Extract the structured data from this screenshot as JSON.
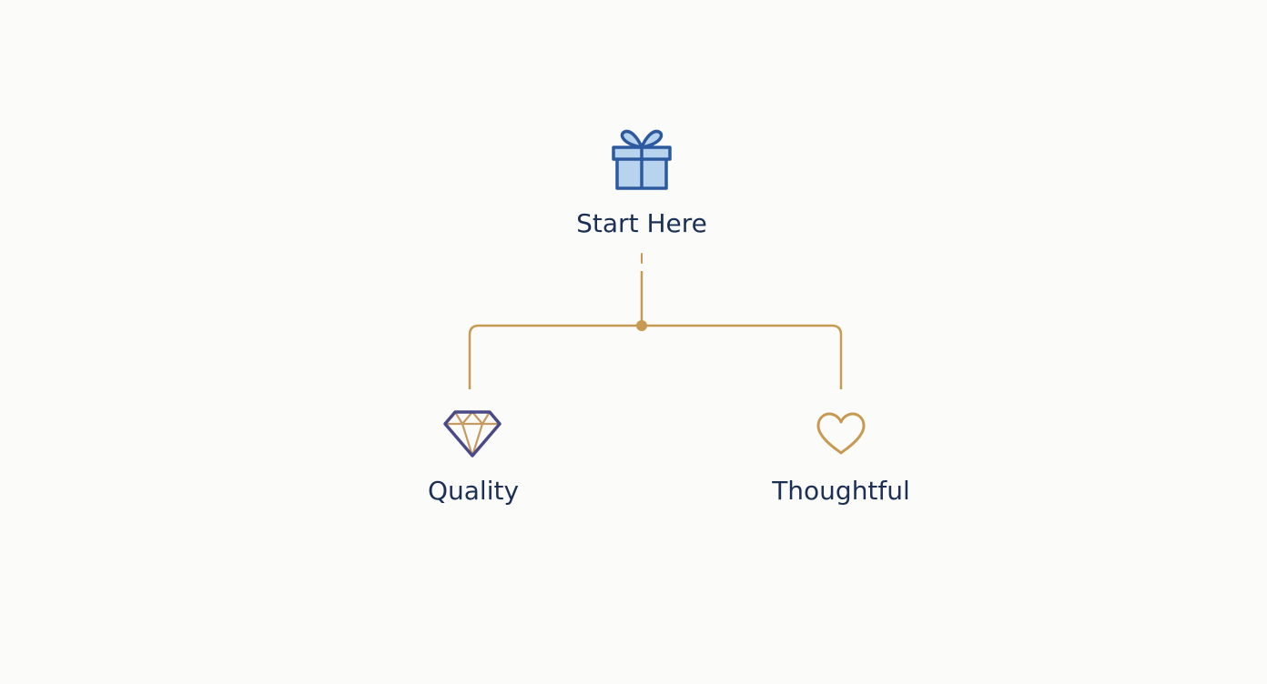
{
  "nodes": {
    "root": {
      "label": "Start Here",
      "icon": "gift-icon"
    },
    "left": {
      "label": "Quality",
      "icon": "diamond-icon"
    },
    "right": {
      "label": "Thoughtful",
      "icon": "heart-icon"
    }
  },
  "colors": {
    "background": "#fbfbfa",
    "text": "#1c2f55",
    "connector": "#c79a52",
    "gift_stroke": "#2d5a9e",
    "gift_fill": "#b8d3ee",
    "diamond_stroke": "#4a4a86",
    "diamond_inner": "#c69a63",
    "heart_stroke": "#c79a52"
  }
}
